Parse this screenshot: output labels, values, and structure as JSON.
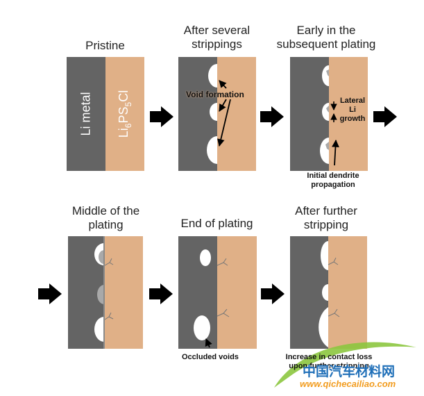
{
  "colors": {
    "li_metal": "#646464",
    "electrolyte": "#e0b087",
    "void": "#ffffff",
    "dead_li": "#a9a9a9",
    "arrow": "#000000",
    "watermark_green": "#8cc63f",
    "watermark_blue": "#1f6fb8",
    "watermark_orange": "#f29c1f"
  },
  "icons": [
    "right-arrow-icon",
    "dendrite-crack-icon",
    "pointer-arrow-icon",
    "watermark-logo-icon"
  ],
  "panels": [
    {
      "title_lines": [
        "Pristine"
      ],
      "left_label": "Li metal",
      "right_label_base": "Li",
      "right_label_sub1": "6",
      "right_label_mid": "PS",
      "right_label_sub2": "5",
      "right_label_end": "Cl"
    },
    {
      "title_lines": [
        "After several",
        "strippings"
      ],
      "annotation": "Void formation"
    },
    {
      "title_lines": [
        "Early in the",
        "subsequent plating"
      ],
      "annotation_lines": [
        "Lateral",
        "Li",
        "growth"
      ],
      "bottom_lines": [
        "Initial dendrite",
        "propagation"
      ]
    },
    {
      "title_lines": [
        "Middle of the",
        "plating"
      ]
    },
    {
      "title_lines": [
        "End of plating"
      ],
      "bottom_lines": [
        "Occluded voids"
      ]
    },
    {
      "title_lines": [
        "After further",
        "stripping"
      ],
      "bottom_lines": [
        "Increase in contact loss",
        "upon further stripping"
      ]
    }
  ],
  "watermark": {
    "brand": "中国汽车材料网",
    "url": "www.qichecailiao.com"
  }
}
